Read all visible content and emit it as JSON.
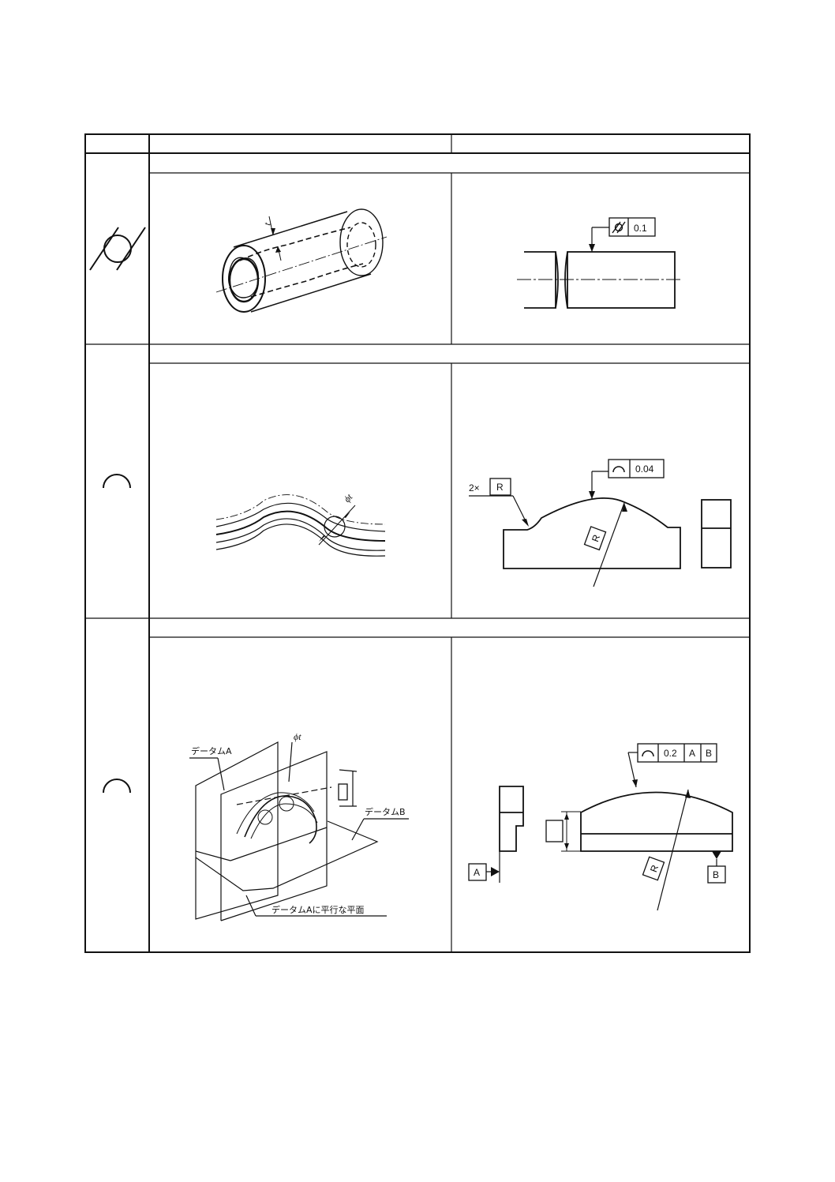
{
  "table": {
    "rows": [
      {
        "name": "cylindricity",
        "symbol_icon": "cylindricity-symbol-icon",
        "feature_frame": {
          "symbol_icon": "cylindricity-symbol-icon",
          "tolerance": "0.1"
        },
        "tolerance_zone_label": "t"
      },
      {
        "name": "line-profile",
        "symbol_icon": "line-profile-symbol-icon",
        "feature_frame": {
          "symbol_icon": "line-profile-symbol-icon",
          "tolerance": "0.04"
        },
        "zone_label": "ϕt",
        "count_prefix": "2×",
        "radius_label": "R",
        "radius_label_rotated": "R"
      },
      {
        "name": "line-profile-datum",
        "symbol_icon": "line-profile-symbol-icon",
        "feature_frame": {
          "symbol_icon": "line-profile-symbol-icon",
          "tolerance": "0.2",
          "datum_1": "A",
          "datum_2": "B"
        },
        "zone_label": "ϕt",
        "datum_a_label": "データムA",
        "datum_b_label": "データムB",
        "parallel_plane_label": "データムAに平行な平面",
        "datum_a_tag": "A",
        "datum_b_tag": "B",
        "radius_label": "R"
      }
    ]
  }
}
